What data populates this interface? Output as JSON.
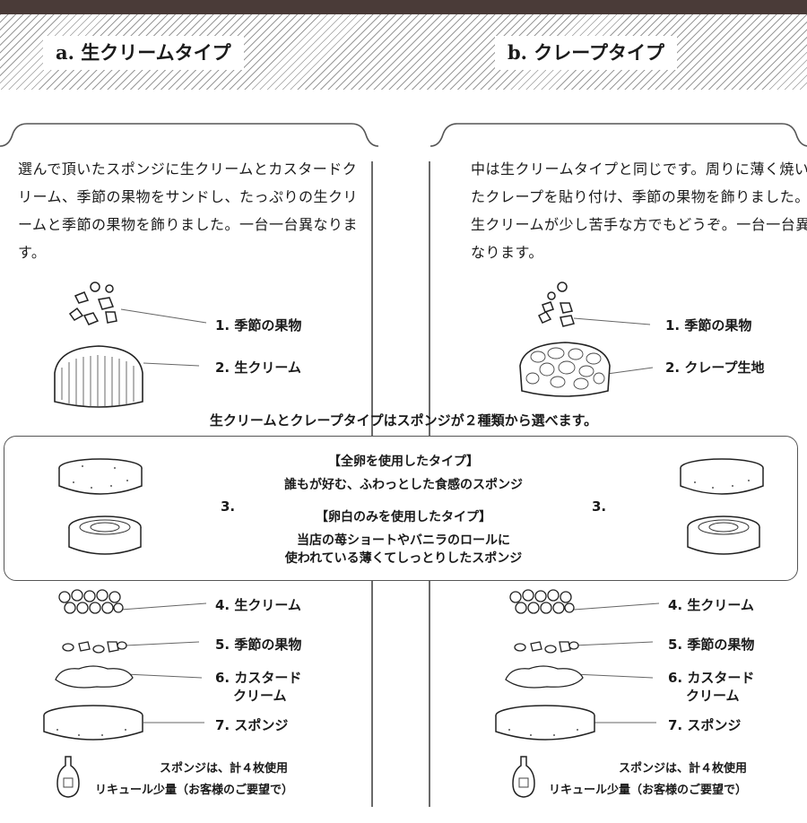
{
  "header": {
    "title_a": "a. 生クリームタイプ",
    "title_b": "b. クレープタイプ"
  },
  "type_a": {
    "description": "選んで頂いたスポンジに生クリームとカスタードクリーム、季節の果物をサンドし、たっぷりの生クリームと季節の果物を飾りました。一台一台異なります。",
    "layers_top": [
      "1. 季節の果物",
      "2. 生クリーム"
    ],
    "layers_bottom": [
      "4. 生クリーム",
      "5. 季節の果物",
      "6. カスタード",
      "クリーム",
      "7. スポンジ"
    ],
    "sponge_label": "3.",
    "note_sponge": "スポンジは、計４枚使用",
    "note_liqueur": "リキュール少量（お客様のご要望で）"
  },
  "type_b": {
    "description": "中は生クリームタイプと同じです。周りに薄く焼いたクレープを貼り付け、季節の果物を飾りました。生クリームが少し苦手な方でもどうぞ。一台一台異なります。",
    "layers_top": [
      "1. 季節の果物",
      "2. クレープ生地"
    ],
    "layers_bottom": [
      "4. 生クリーム",
      "5. 季節の果物",
      "6. カスタード",
      "クリーム",
      "7. スポンジ"
    ],
    "sponge_label": "3.",
    "note_sponge": "スポンジは、計４枚使用",
    "note_liqueur": "リキュール少量（お客様のご要望で）"
  },
  "notice": "生クリームとクレープタイプはスポンジが２種類から選べます。",
  "sponge_options": {
    "whole_egg_title": "【全卵を使用したタイプ】",
    "whole_egg_desc": "誰もが好む、ふわっとした食感のスポンジ",
    "egg_white_title": "【卵白のみを使用したタイプ】",
    "egg_white_desc_1": "当店の苺ショートやバニラのロールに",
    "egg_white_desc_2": "使われている薄くてしっとりしたスポンジ"
  },
  "colors": {
    "topbar": "#4a3b38",
    "ink": "#1a1a1a",
    "hatch": "#9a9a9a"
  }
}
